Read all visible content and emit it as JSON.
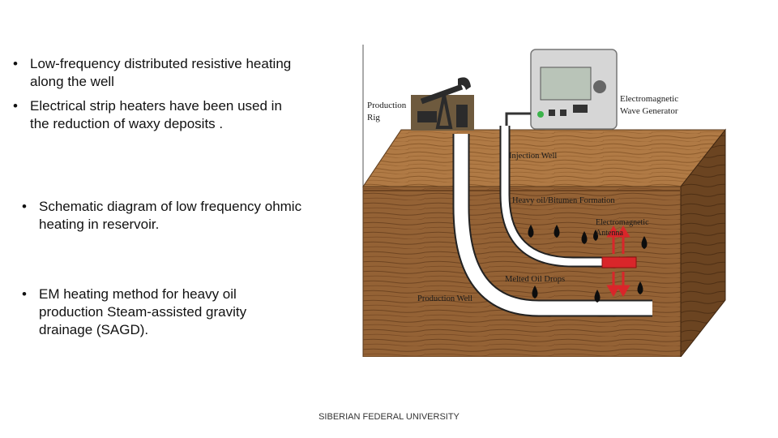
{
  "bullets_top": [
    "Low-frequency distributed resistive heating along the well",
    "Electrical strip heaters have been used in the reduction of waxy deposits ."
  ],
  "bullet_mid": "Schematic diagram of low frequency ohmic heating in reservoir.",
  "bullet_bottom": "EM heating method for heavy oil production Steam-assisted gravity drainage (SAGD).",
  "diagram": {
    "production_rig": [
      "Production",
      "Rig"
    ],
    "generator": [
      "Electromagnetic",
      "Wave Generator"
    ],
    "injection_well": "Injection Well",
    "formation": "Heavy oil/Bitumen Formation",
    "antenna": [
      "Electromagnetic",
      "Antenna"
    ],
    "melted_oil": "Melted Oil Drops",
    "production_well": "Production Well"
  },
  "footer": "SIBERIAN FEDERAL UNIVERSITY",
  "colors": {
    "wood": "#8a5a2e",
    "wood_dark": "#5e3b1c",
    "heater": "#d9262a",
    "oil": "#0d0d0d"
  }
}
